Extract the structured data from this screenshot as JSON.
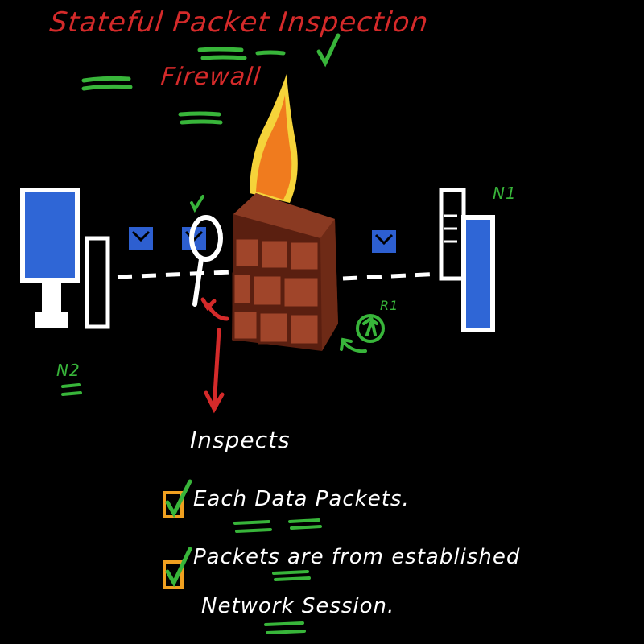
{
  "title": {
    "line1": "Stateful Packet Inspection",
    "line2": "Firewall"
  },
  "nodes": {
    "left_label": "N2",
    "right_label": "N1",
    "router_label": "R1"
  },
  "inspect": {
    "heading": "Inspects",
    "items": [
      {
        "line1": "Each Data Packets.",
        "line2": ""
      },
      {
        "line1": "Packets are from established",
        "line2": "Network Session."
      }
    ]
  },
  "colors": {
    "background": "#000000",
    "title_red": "#d42a2a",
    "annotation_green": "#38b53a",
    "screen_blue": "#2f66d6",
    "packet_blue": "#2d5fd0",
    "brick": "#a0452a",
    "brick_dark": "#5a1f10",
    "flame_orange": "#f07b1e",
    "flame_yellow": "#f5d33a",
    "checkbox_orange": "#f0a020",
    "arrow_red": "#d42a2a",
    "line_white": "#ffffff"
  }
}
